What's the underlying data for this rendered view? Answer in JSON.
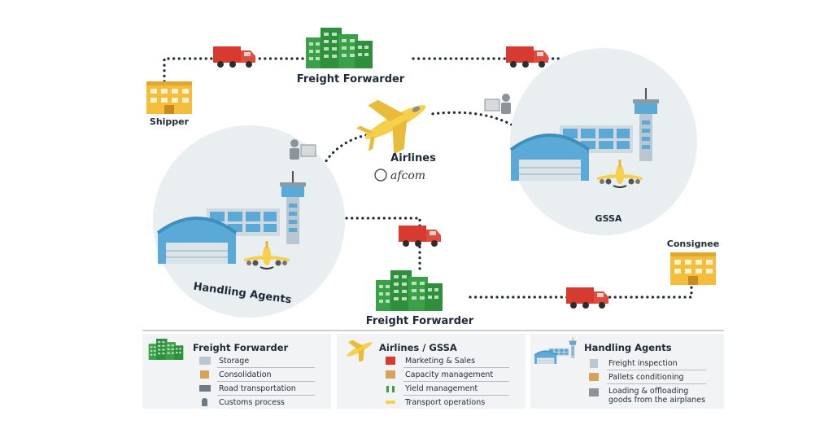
{
  "diagram": {
    "nodes": {
      "freight_forwarder_top": "Freight Forwarder",
      "shipper": "Shipper",
      "airlines": "Airlines",
      "afcom": "afcom",
      "gssa": "GSSA",
      "handling_agents": "Handling Agents",
      "consignee": "Consignee",
      "freight_forwarder_bottom": "Freight Forwarder"
    }
  },
  "legend": {
    "freight_forwarder": {
      "title": "Freight Forwarder",
      "items": [
        "Storage",
        "Consolidation",
        "Road transportation",
        "Customs process"
      ]
    },
    "airlines_gssa": {
      "title": "Airlines / GSSA",
      "items": [
        "Marketing & Sales",
        "Capacity management",
        "Yield management",
        "Transport operations"
      ]
    },
    "handling_agents": {
      "title": "Handling Agents",
      "items": [
        "Freight inspection",
        "Pallets conditioning",
        "Loading & offloading\ngoods from the airplanes"
      ]
    }
  },
  "colors": {
    "building_green": "#3aa148",
    "building_yellow": "#f5bd3c",
    "truck_red": "#d73a2f",
    "plane_yellow": "#f6cf4b",
    "hangar_blue": "#5aa9d6",
    "circle_bg": "#e9eef1"
  }
}
